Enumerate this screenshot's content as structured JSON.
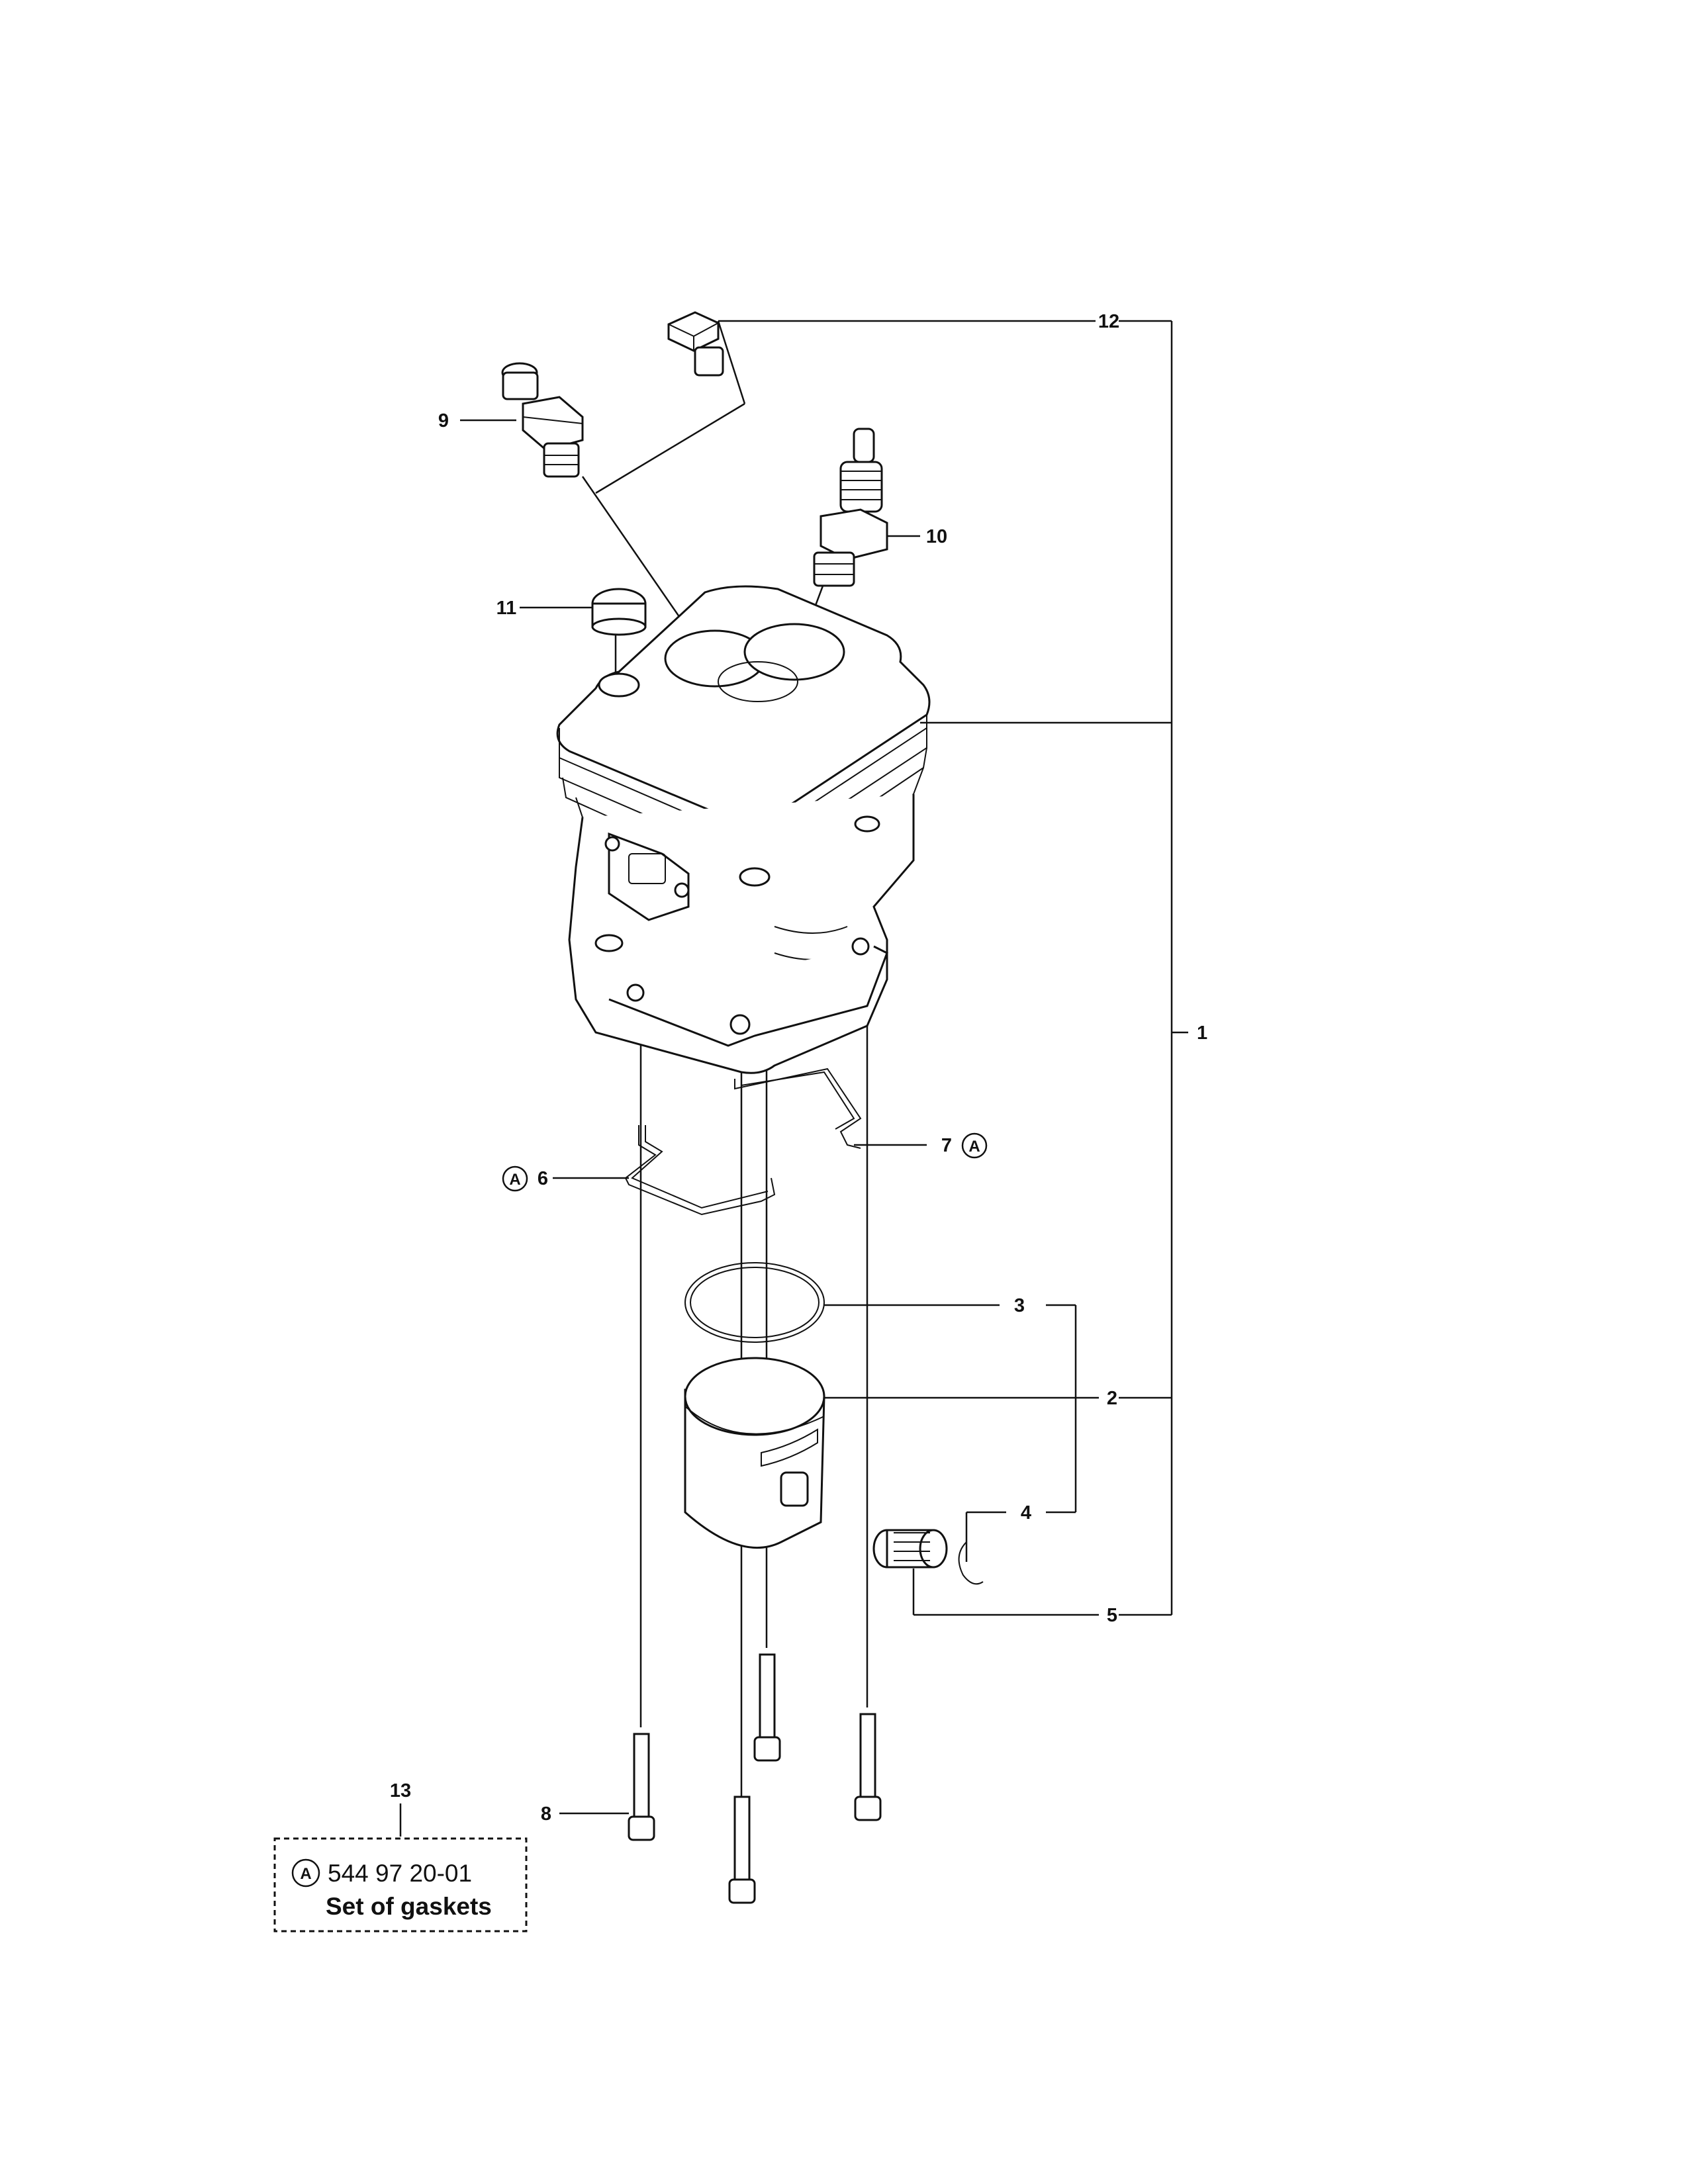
{
  "callouts": {
    "c1": "1",
    "c2": "2",
    "c3": "3",
    "c4": "4",
    "c5": "5",
    "c6": "6",
    "c7": "7",
    "c8": "8",
    "c9": "9",
    "c10": "10",
    "c11": "11",
    "c12": "12",
    "c13": "13"
  },
  "marker": "A",
  "kit": {
    "part_number": "544 97 20-01",
    "description": "Set of gaskets"
  }
}
